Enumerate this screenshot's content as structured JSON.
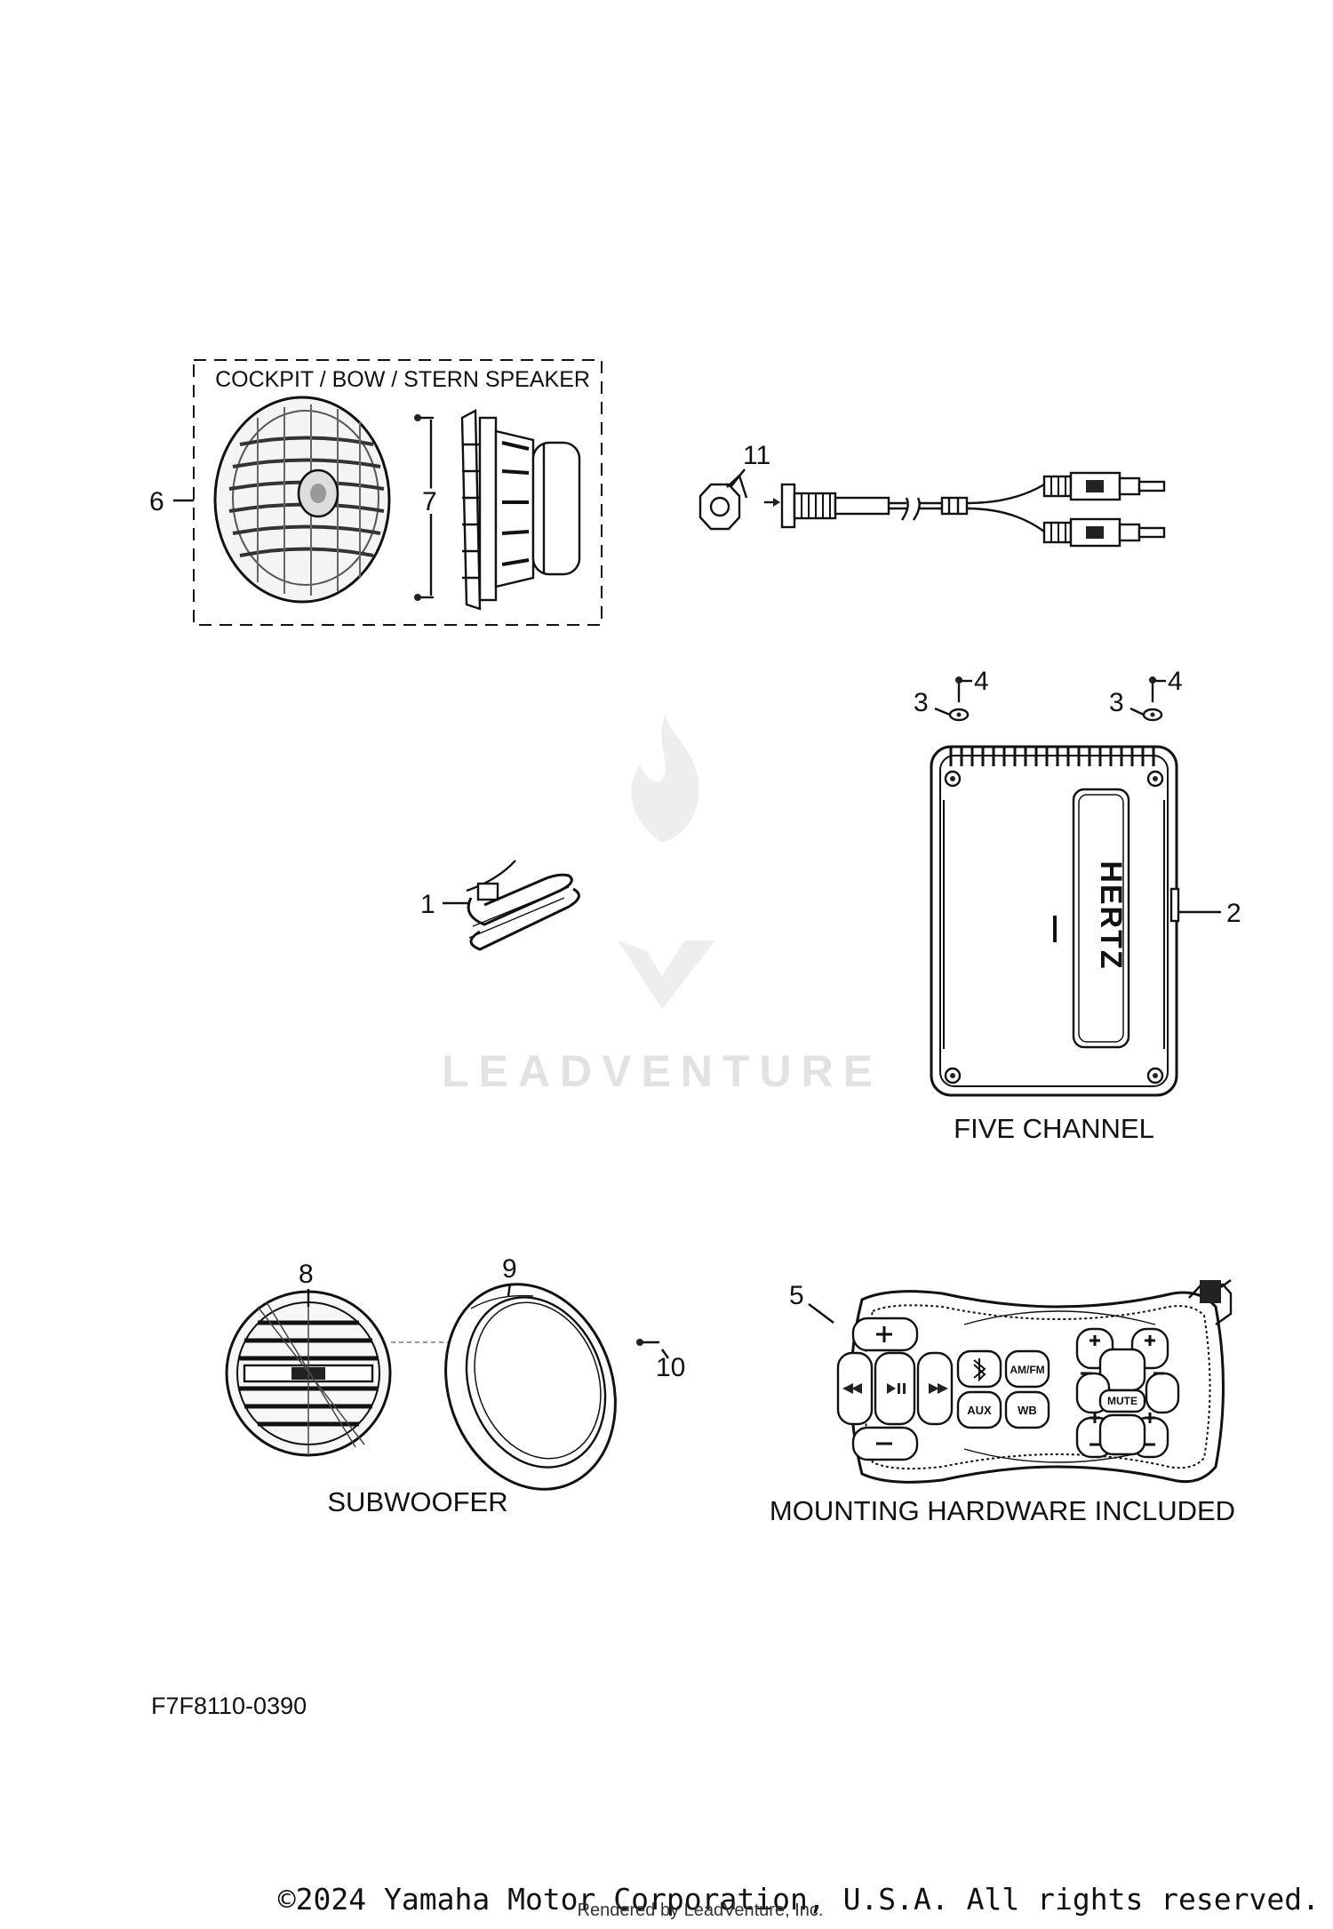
{
  "diagram": {
    "callouts": {
      "c1": "1",
      "c2": "2",
      "c3a": "3",
      "c3b": "3",
      "c4a": "4",
      "c4b": "4",
      "c5": "5",
      "c6": "6",
      "c7": "7",
      "c8": "8",
      "c9": "9",
      "c10": "10",
      "c11": "11"
    },
    "captions": {
      "cockpit_speaker": "COCKPIT / BOW / STERN SPEAKER",
      "five_channel": "FIVE CHANNEL",
      "subwoofer": "SUBWOOFER",
      "mounting_hardware": "MOUNTING HARDWARE INCLUDED"
    },
    "product_markings": {
      "amp_brand": "HERTZ",
      "remote_mute": "MUTE",
      "remote_aux": "AUX",
      "remote_wb": "WB",
      "remote_amfm": "AM/FM"
    },
    "part_code": "F7F8110-0390"
  },
  "footer": {
    "copyright": "©2024 Yamaha Motor Corporation, U.S.A. All rights reserved.",
    "rendered_by": "Rendered by LeadVenture, Inc."
  },
  "watermark": {
    "text": "LEADVENTURE"
  }
}
